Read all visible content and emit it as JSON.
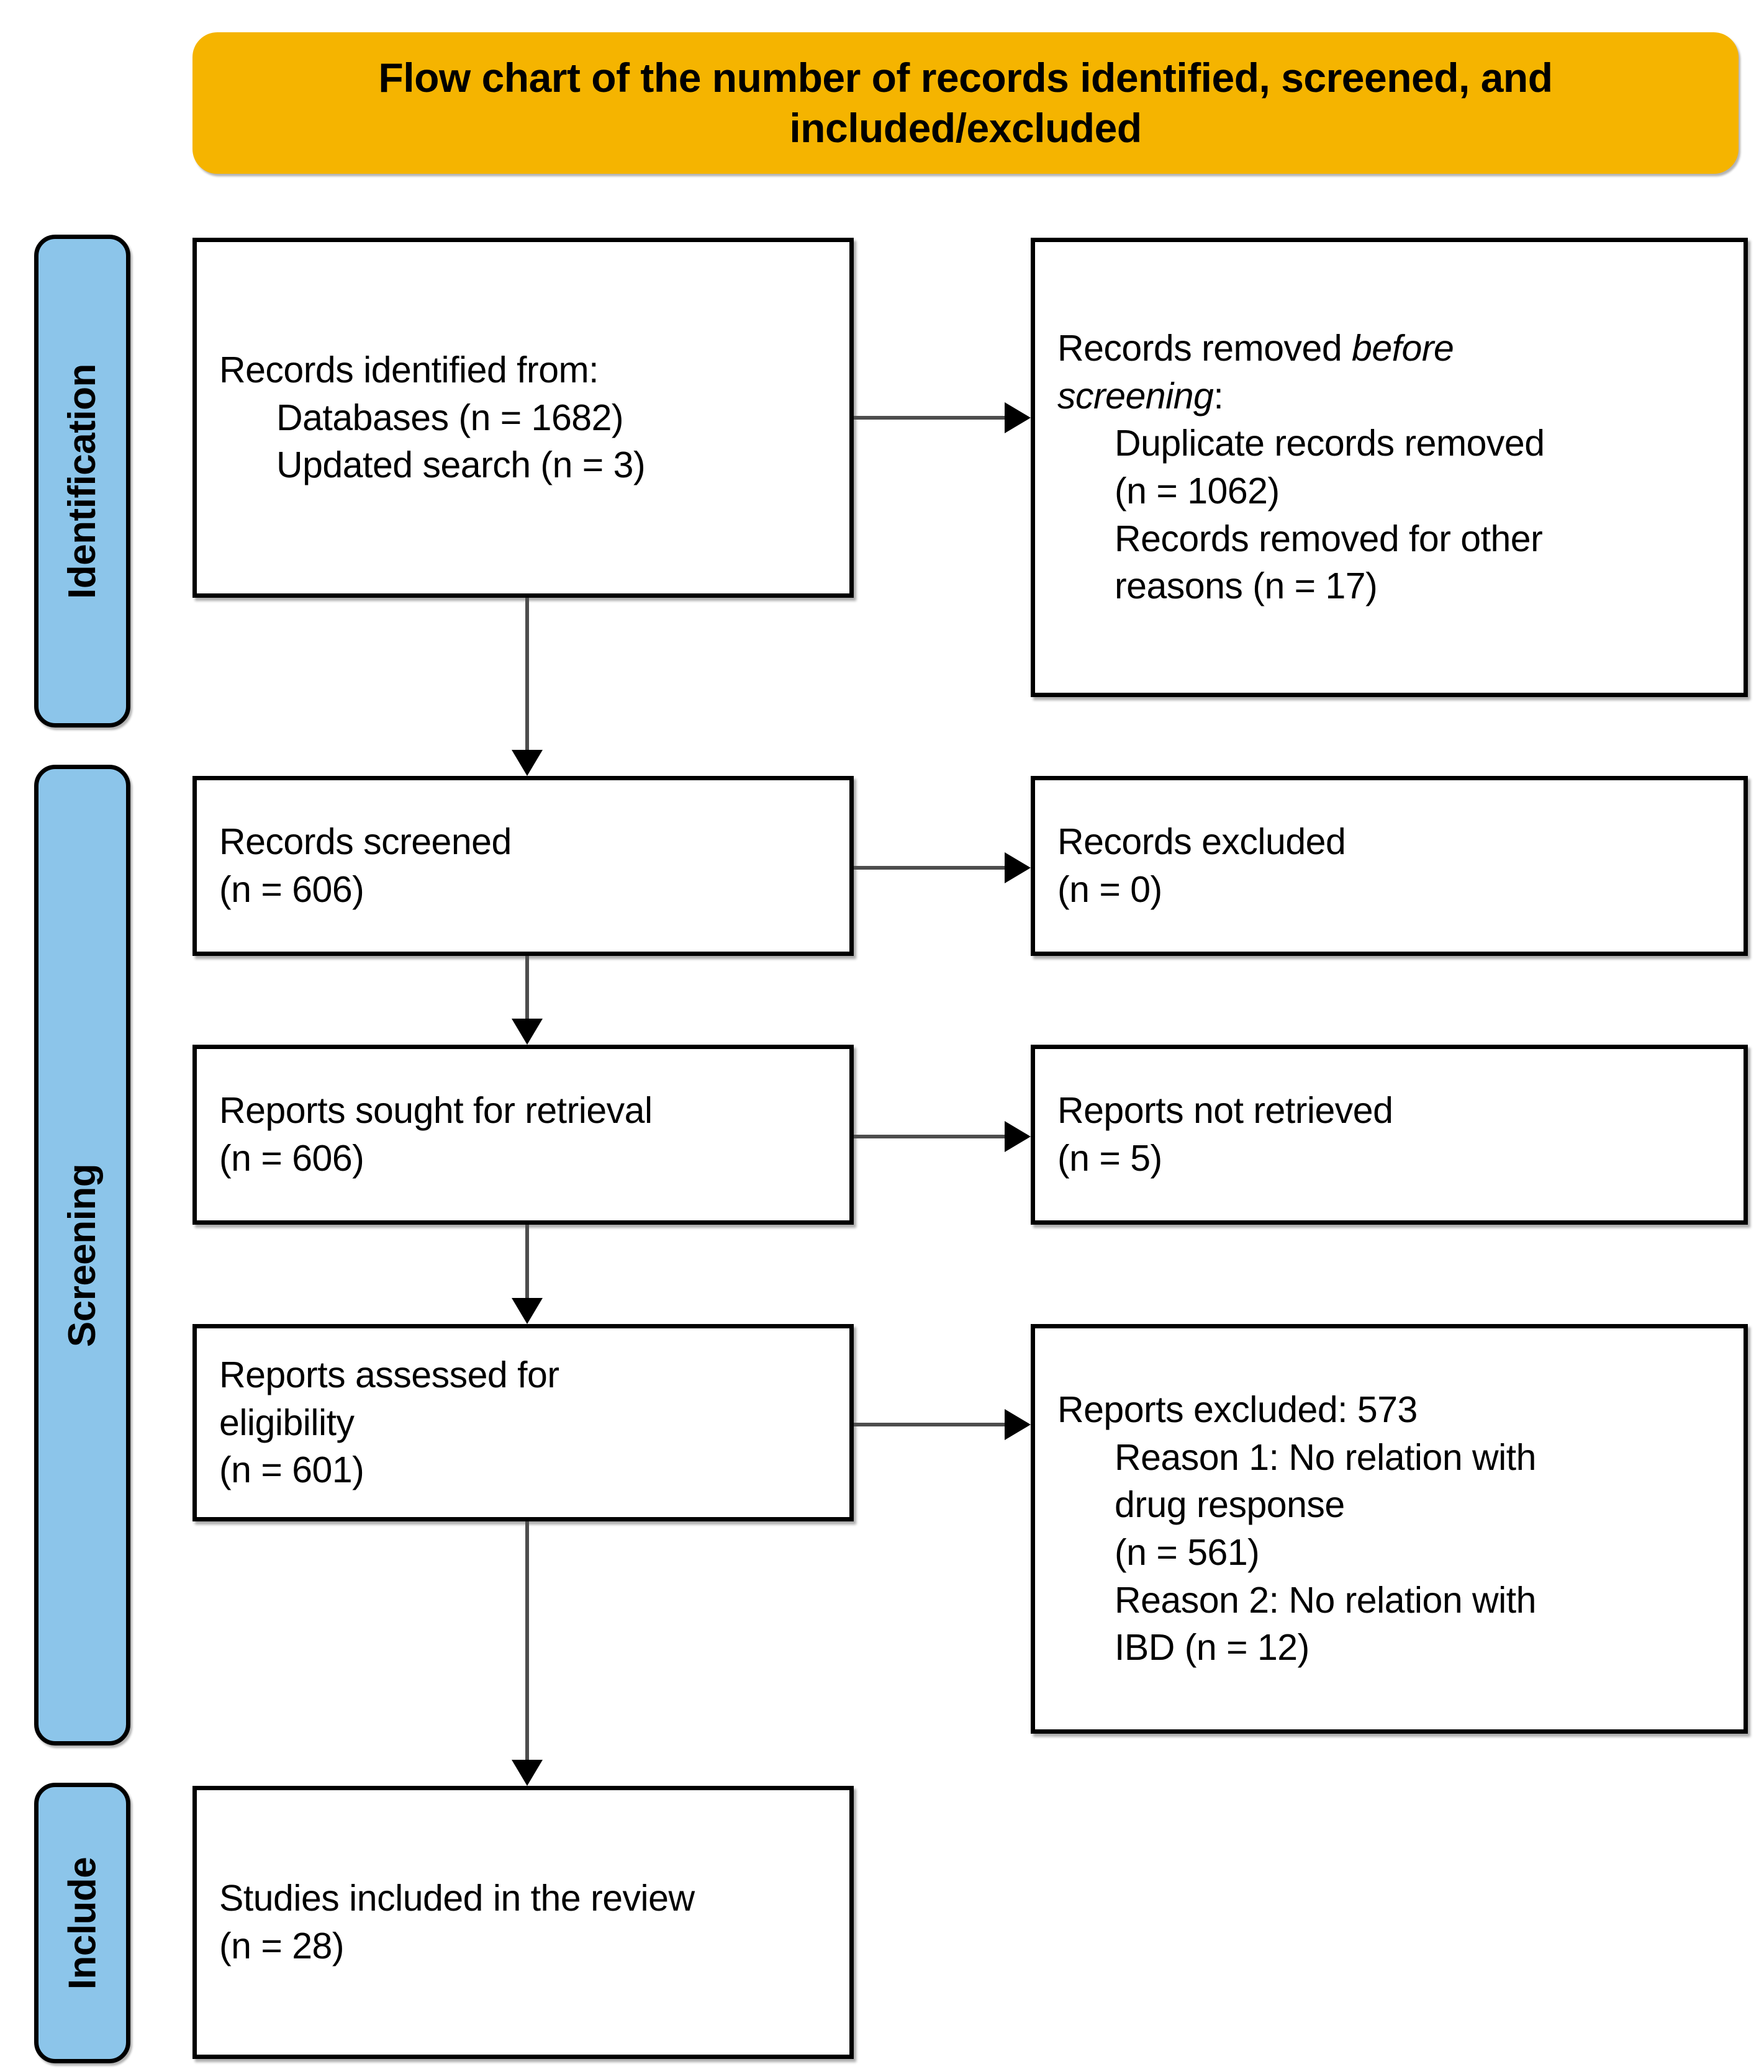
{
  "title": {
    "line1": "Flow chart of the number of records identified, screened, and",
    "line2": "included/excluded"
  },
  "colors": {
    "banner": "#F5B400",
    "stage_bar": "#8CC5EA",
    "box_border": "#000000",
    "box_fill": "#FFFFFF",
    "connector": "#4D4D4D"
  },
  "stages": [
    {
      "label": "Identification"
    },
    {
      "label": "Screening"
    },
    {
      "label": "Include"
    }
  ],
  "boxes": {
    "identified": {
      "line1": "Records identified from:",
      "line2": "Databases (n = 1682)",
      "line3": "Updated search (n = 3)"
    },
    "removed": {
      "line1_pre": "Records removed ",
      "line1_em": "before",
      "line2_em": "screening",
      "line2_post": ":",
      "line3": "Duplicate records removed",
      "line4": "(n = 1062)",
      "line5": "Records removed for other",
      "line6": "reasons (n = 17)"
    },
    "screened": {
      "line1": "Records screened",
      "line2": "(n = 606)"
    },
    "excluded": {
      "line1": "Records excluded",
      "line2": "(n = 0)"
    },
    "sought": {
      "line1": "Reports sought for retrieval",
      "line2": "(n = 606)"
    },
    "not_retrieved": {
      "line1": "Reports not retrieved",
      "line2": "(n = 5)"
    },
    "assessed": {
      "line1": "Reports assessed for",
      "line2": "eligibility",
      "line3": "(n = 601)"
    },
    "reports_excluded": {
      "line1": "Reports excluded: 573",
      "line2": "Reason 1: No relation with",
      "line3": "drug response",
      "line4": "(n = 561)",
      "line5": "Reason 2: No relation with",
      "line6": "IBD (n = 12)"
    },
    "included": {
      "line1": "Studies included in the review",
      "line2": "(n = 28)"
    }
  },
  "chart_data": {
    "type": "flowchart",
    "title": "Flow chart of the number of records identified, screened, and included/excluded",
    "stages": [
      "Identification",
      "Screening",
      "Include"
    ],
    "nodes": [
      {
        "id": "identified",
        "stage": "Identification",
        "column": "left",
        "label": "Records identified from: Databases (n = 1682); Updated search (n = 3)",
        "counts": {
          "Databases": 1682,
          "Updated search": 3
        }
      },
      {
        "id": "removed",
        "stage": "Identification",
        "column": "right",
        "label": "Records removed before screening",
        "counts": {
          "Duplicate records removed": 1062,
          "Records removed for other reasons": 17
        }
      },
      {
        "id": "screened",
        "stage": "Screening",
        "column": "left",
        "label": "Records screened",
        "n": 606
      },
      {
        "id": "excluded",
        "stage": "Screening",
        "column": "right",
        "label": "Records excluded",
        "n": 0
      },
      {
        "id": "sought",
        "stage": "Screening",
        "column": "left",
        "label": "Reports sought for retrieval",
        "n": 606
      },
      {
        "id": "not_retrieved",
        "stage": "Screening",
        "column": "right",
        "label": "Reports not retrieved",
        "n": 5
      },
      {
        "id": "assessed",
        "stage": "Screening",
        "column": "left",
        "label": "Reports assessed for eligibility",
        "n": 601
      },
      {
        "id": "reports_excluded",
        "stage": "Screening",
        "column": "right",
        "label": "Reports excluded",
        "n": 573,
        "counts": {
          "Reason 1: No relation with drug response": 561,
          "Reason 2: No relation with IBD": 12
        }
      },
      {
        "id": "included",
        "stage": "Include",
        "column": "left",
        "label": "Studies included in the review",
        "n": 28
      }
    ],
    "edges": [
      {
        "from": "identified",
        "to": "removed",
        "direction": "right"
      },
      {
        "from": "identified",
        "to": "screened",
        "direction": "down"
      },
      {
        "from": "screened",
        "to": "excluded",
        "direction": "right"
      },
      {
        "from": "screened",
        "to": "sought",
        "direction": "down"
      },
      {
        "from": "sought",
        "to": "not_retrieved",
        "direction": "right"
      },
      {
        "from": "sought",
        "to": "assessed",
        "direction": "down"
      },
      {
        "from": "assessed",
        "to": "reports_excluded",
        "direction": "right"
      },
      {
        "from": "assessed",
        "to": "included",
        "direction": "down"
      }
    ]
  }
}
